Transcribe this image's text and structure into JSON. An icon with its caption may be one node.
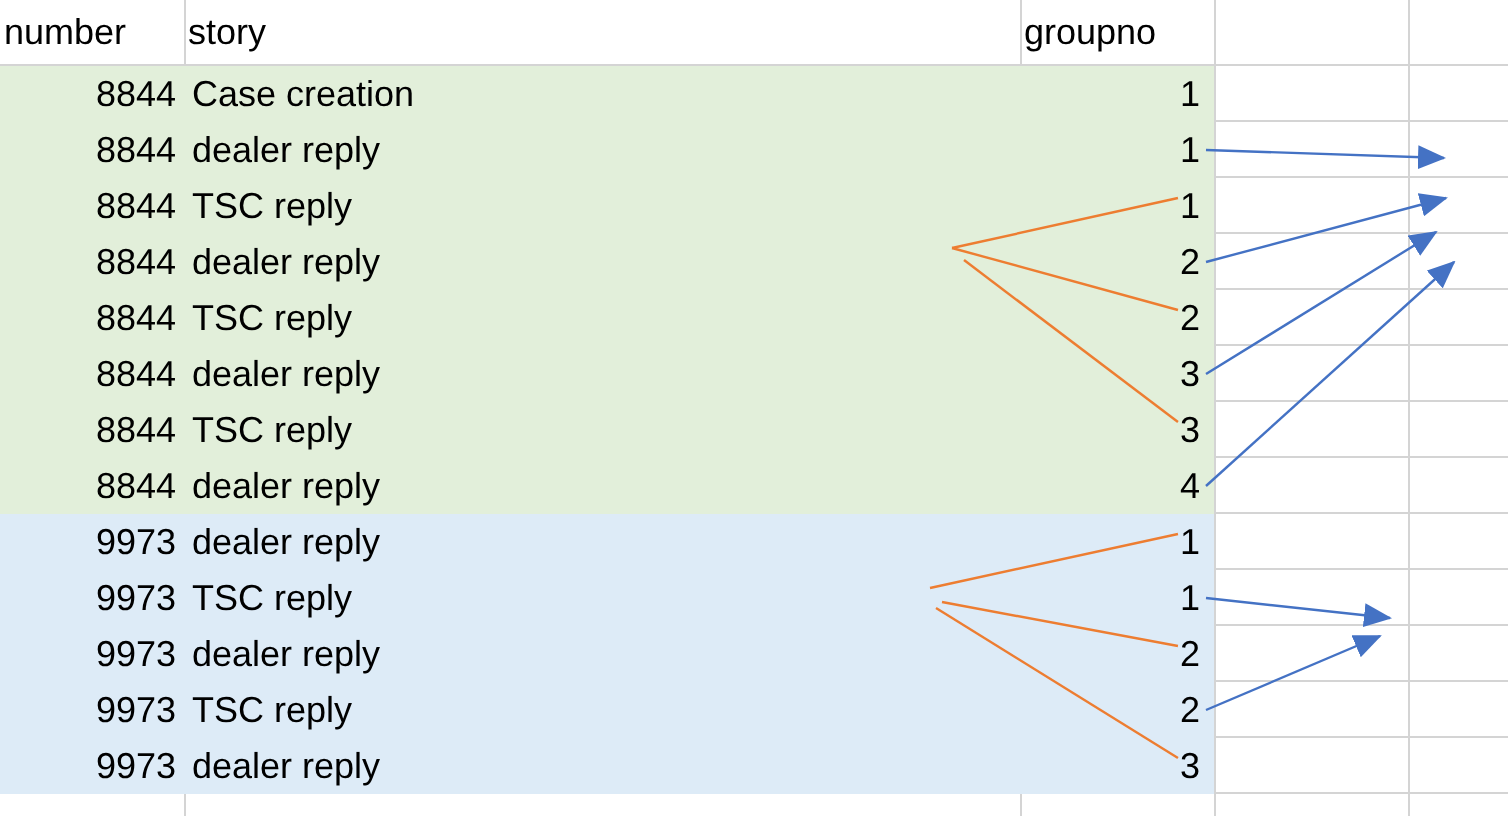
{
  "diagram": {
    "nodes": [
      {
        "text": [
          "1"
        ]
      },
      {
        "text": [
          "1"
        ]
      },
      {
        "text": [
          "1"
        ]
      },
      {
        "text": [
          "2"
        ]
      },
      {
        "text": [
          "2"
        ]
      },
      {
        "text": [
          "3"
        ]
      },
      {
        "text": [
          "3"
        ]
      },
      {
        "text": [
          "4"
        ]
      },
      {
        "text": [
          "1"
        ]
      },
      {
        "text": [
          "1"
        ]
      },
      {
        "text": [
          "2"
        ]
      },
      {
        "text": [
          "2"
        ]
      },
      {
        "text": [
          "3"
        ]
      }
    ],
    "edges": [
      {
        "from": 1,
        "to": null,
        "arrow": "to"
      },
      {
        "from": 3,
        "to": null,
        "arrow": "to"
      },
      {
        "from": 5,
        "to": null,
        "arrow": "to"
      },
      {
        "from": 7,
        "to": null,
        "arrow": "to"
      },
      {
        "from": 9,
        "to": null,
        "arrow": "to"
      },
      {
        "from": 11,
        "to": null,
        "arrow": "to"
      },
      {
        "from": null,
        "to": 2,
        "arrow": "none",
        "color": "#ed7d31"
      },
      {
        "from": null,
        "to": 4,
        "arrow": "none",
        "color": "#ed7d31"
      },
      {
        "from": null,
        "to": 6,
        "arrow": "none",
        "color": "#ed7d31"
      },
      {
        "from": null,
        "to": 8,
        "arrow": "none",
        "color": "#ed7d31"
      },
      {
        "from": null,
        "to": 10,
        "arrow": "none",
        "color": "#ed7d31"
      },
      {
        "from": null,
        "to": 12,
        "arrow": "none",
        "color": "#ed7d31"
      }
    ],
    "labels": [
      "number",
      "story",
      "groupno",
      "8844",
      "Case creation",
      "8844",
      "dealer reply",
      "8844",
      "TSC reply",
      "8844",
      "dealer reply",
      "8844",
      "TSC reply",
      "8844",
      "dealer reply",
      "8844",
      "TSC reply",
      "8844",
      "dealer reply",
      "9973",
      "dealer reply",
      "9973",
      "TSC reply",
      "9973",
      "dealer reply",
      "9973",
      "TSC reply",
      "9973",
      "dealer reply"
    ]
  }
}
